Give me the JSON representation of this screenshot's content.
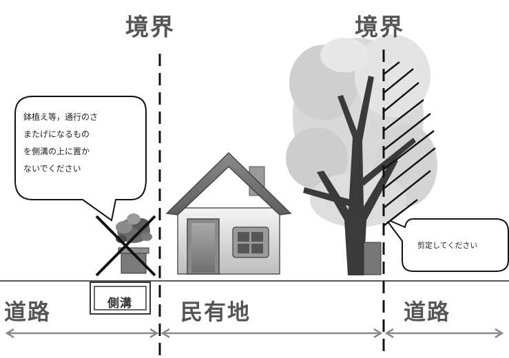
{
  "boundary_left_label": "境界",
  "boundary_right_label": "境界",
  "zone_road_left": "道路",
  "zone_private_land": "民有地",
  "zone_road_right": "道路",
  "gutter_label": "側溝",
  "left_bubble_text": "鉢植え等，通行のさ\nまたげになるもの\nを側溝の上に置か\nないでください",
  "right_bubble_text": "剪定してください",
  "icons": [
    "flowerpot-icon",
    "cross-mark-icon",
    "house-icon",
    "tree-icon",
    "hatch-overhang-icon",
    "arrow-icon"
  ]
}
